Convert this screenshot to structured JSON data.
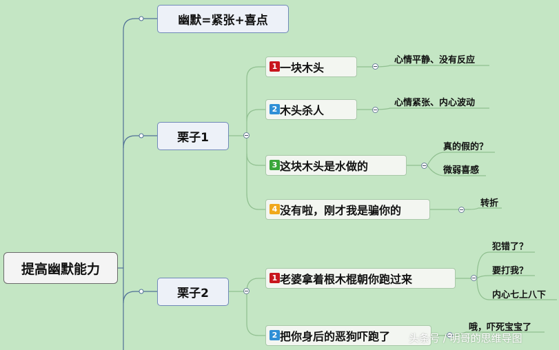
{
  "root": {
    "label": "提高幽默能力"
  },
  "main_topics": [
    {
      "label": "幽默=紧张+喜点"
    },
    {
      "label": "栗子1"
    },
    {
      "label": "栗子2"
    }
  ],
  "example1": {
    "topics": [
      {
        "badge": "1",
        "label": "一块木头",
        "notes": [
          "心情平静、没有反应"
        ]
      },
      {
        "badge": "2",
        "label": "木头杀人",
        "notes": [
          "心情紧张、内心波动"
        ]
      },
      {
        "badge": "3",
        "label": "这块木头是水做的",
        "notes": [
          "真的假的？",
          "微弱喜感"
        ]
      },
      {
        "badge": "4",
        "label": "没有啦，刚才我是骗你的",
        "notes": [
          "转折"
        ]
      }
    ]
  },
  "example2": {
    "topics": [
      {
        "badge": "1",
        "label": "老婆拿着根木棍朝你跑过来",
        "notes": [
          "犯错了？",
          "要打我？",
          "内心七上八下"
        ]
      },
      {
        "badge": "2",
        "label": "把你身后的恶狗吓跑了",
        "notes": [
          "哦，吓死宝宝了"
        ]
      }
    ]
  },
  "badge_colors": {
    "1": "#c8161d",
    "2": "#2f8fd6",
    "3": "#3aa63a",
    "4": "#f0a81c"
  },
  "colors": {
    "background": "#c4e6c4",
    "connector": "#4f6f96",
    "sub_connector": "#8fbf8f"
  },
  "watermark": "头条号 / 明哥的思维导图"
}
